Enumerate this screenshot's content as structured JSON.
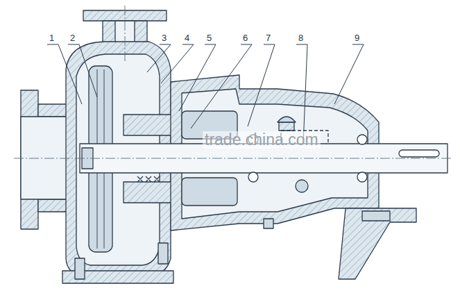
{
  "diagram": {
    "labels": [
      "1",
      "2",
      "3",
      "4",
      "5",
      "6",
      "7",
      "8",
      "9",
      "trade.china.com"
    ]
  }
}
